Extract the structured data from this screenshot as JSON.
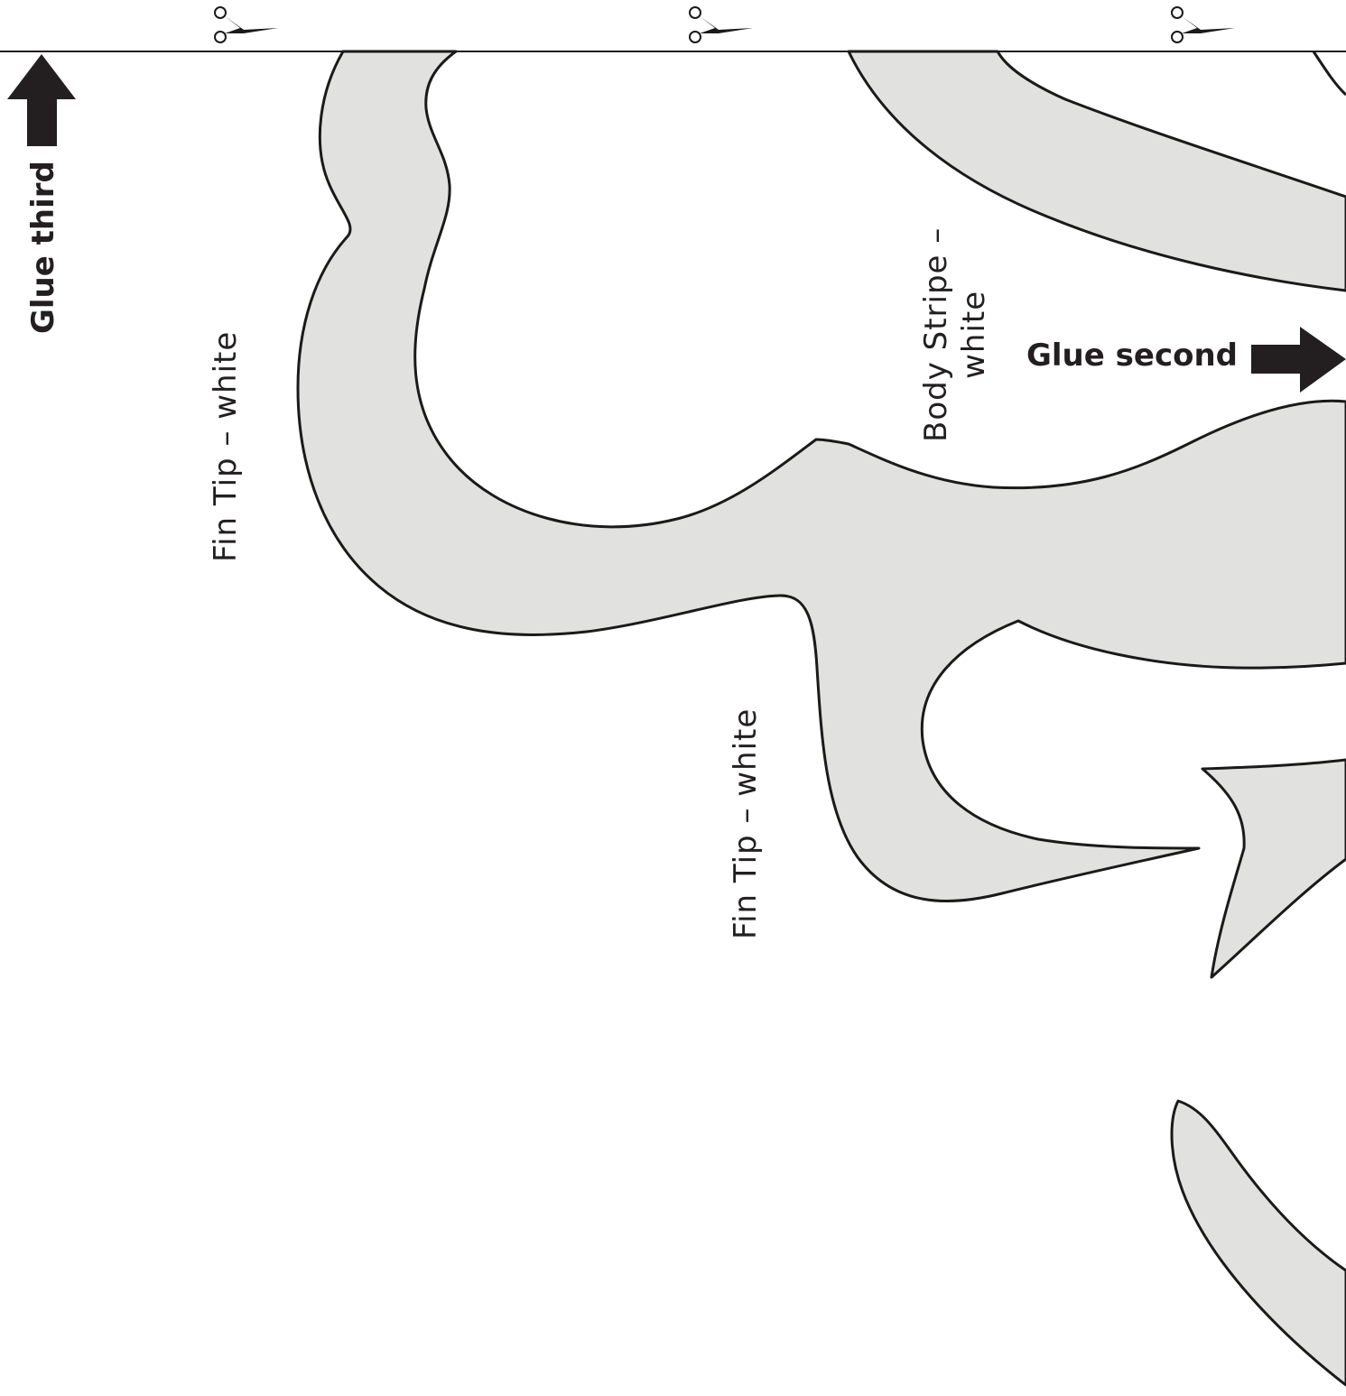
{
  "colors": {
    "shape_fill": "#e1e1df",
    "outline": "#1a1a1a",
    "arrow": "#231f20",
    "background": "#ffffff"
  },
  "icons": [
    "scissors-icon",
    "scissors-icon",
    "scissors-icon",
    "arrow-up-icon",
    "arrow-right-icon"
  ],
  "labels": {
    "glue_third": "Glue third",
    "glue_second": "Glue second",
    "fin_tip_1": "Fin Tip – white",
    "fin_tip_2": "Fin Tip – white",
    "body_stripe_line1": "Body Stripe –",
    "body_stripe_line2": "white"
  }
}
